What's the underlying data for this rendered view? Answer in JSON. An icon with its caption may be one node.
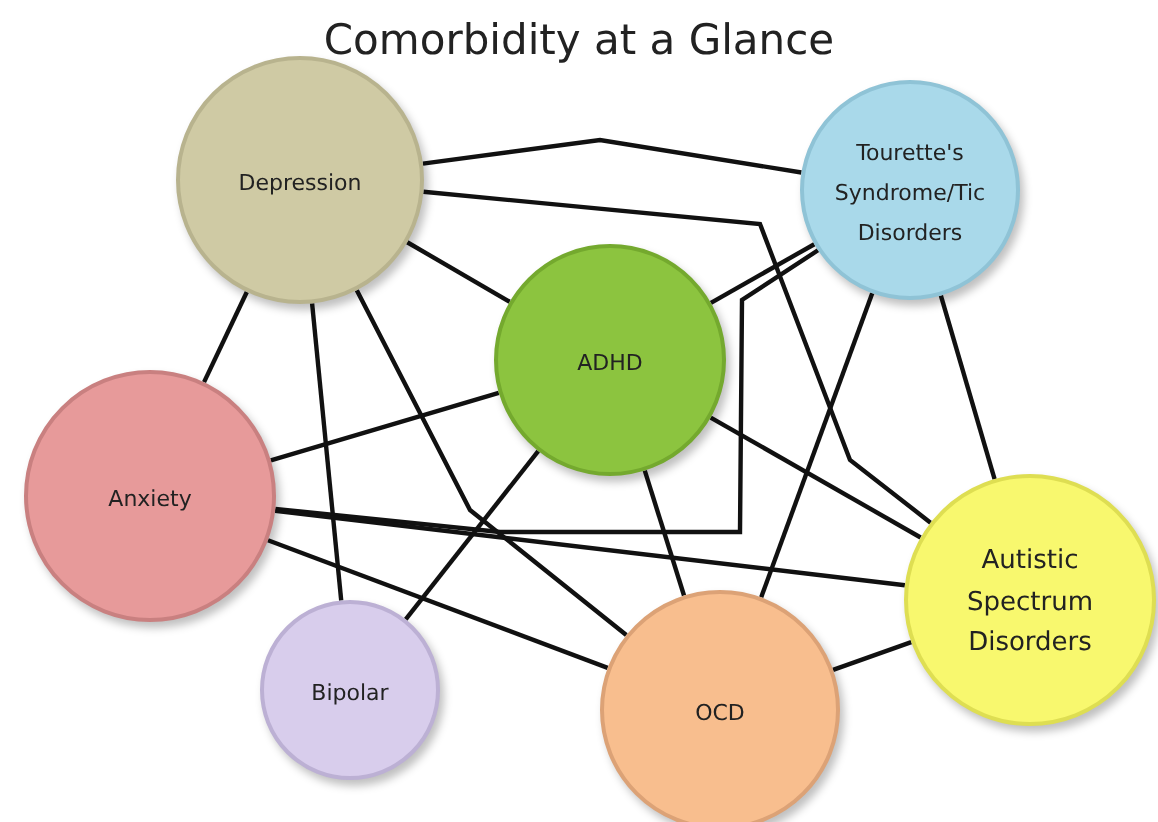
{
  "diagram": {
    "title": "Comorbidity at a Glance",
    "nodes": [
      {
        "text": [
          "Depression"
        ]
      },
      {
        "text": [
          "Tourette's Syndrome/Tic Disorders"
        ]
      },
      {
        "text": [
          "ADHD"
        ]
      },
      {
        "text": [
          "Anxiety"
        ]
      },
      {
        "text": [
          "Autistic Spectrum Disorders"
        ]
      },
      {
        "text": [
          "Bipolar"
        ]
      },
      {
        "text": [
          "OCD"
        ]
      }
    ],
    "edges": [
      {
        "from": 0,
        "to": 1,
        "arrow": "none"
      },
      {
        "from": 0,
        "to": 4,
        "arrow": "none"
      },
      {
        "from": 0,
        "to": 2,
        "arrow": "none"
      },
      {
        "from": 0,
        "to": 3,
        "arrow": "none"
      },
      {
        "from": 0,
        "to": 5,
        "arrow": "none"
      },
      {
        "from": 0,
        "to": 6,
        "arrow": "none"
      },
      {
        "from": 3,
        "to": 1,
        "arrow": "none"
      },
      {
        "from": 3,
        "to": 2,
        "arrow": "none"
      },
      {
        "from": 3,
        "to": 4,
        "arrow": "none"
      },
      {
        "from": 3,
        "to": 6,
        "arrow": "none"
      },
      {
        "from": 5,
        "to": 2,
        "arrow": "none"
      },
      {
        "from": 2,
        "to": 1,
        "arrow": "none"
      },
      {
        "from": 2,
        "to": 6,
        "arrow": "none"
      },
      {
        "from": 2,
        "to": 4,
        "arrow": "none"
      },
      {
        "from": 1,
        "to": 6,
        "arrow": "none"
      },
      {
        "from": 1,
        "to": 4,
        "arrow": "none"
      },
      {
        "from": 6,
        "to": 4,
        "arrow": "none"
      }
    ]
  }
}
